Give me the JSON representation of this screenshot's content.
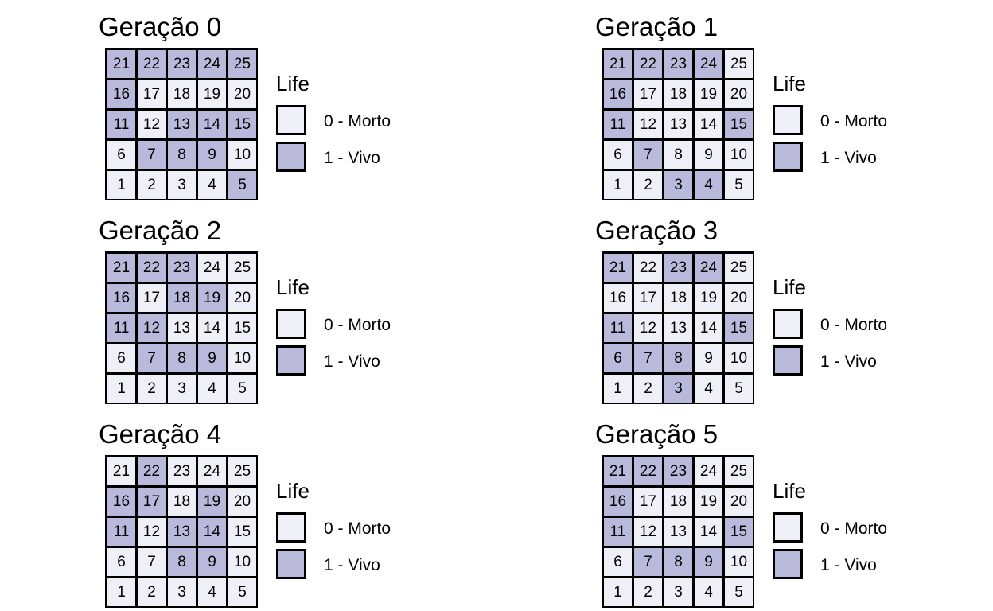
{
  "colors": {
    "dead": "#EFEFF8",
    "alive": "#B9B9DB",
    "border": "#000000"
  },
  "legend": {
    "title": "Life",
    "items": [
      {
        "label": "0 - Morto",
        "state": 0
      },
      {
        "label": "1 - Vivo",
        "state": 1
      }
    ]
  },
  "generations": [
    {
      "title": "Geração 0",
      "rows": [
        {
          "numbers": [
            "21",
            "22",
            "23",
            "24",
            "25"
          ],
          "states": [
            1,
            1,
            1,
            1,
            1
          ]
        },
        {
          "numbers": [
            "16",
            "17",
            "18",
            "19",
            "20"
          ],
          "states": [
            1,
            0,
            0,
            0,
            0
          ]
        },
        {
          "numbers": [
            "11",
            "12",
            "13",
            "14",
            "15"
          ],
          "states": [
            1,
            0,
            1,
            1,
            1
          ]
        },
        {
          "numbers": [
            "6",
            "7",
            "8",
            "9",
            "10"
          ],
          "states": [
            0,
            1,
            1,
            1,
            0
          ]
        },
        {
          "numbers": [
            "1",
            "2",
            "3",
            "4",
            "5"
          ],
          "states": [
            0,
            0,
            0,
            0,
            1
          ]
        }
      ]
    },
    {
      "title": "Geração 1",
      "rows": [
        {
          "numbers": [
            "21",
            "22",
            "23",
            "24",
            "25"
          ],
          "states": [
            1,
            1,
            1,
            1,
            0
          ]
        },
        {
          "numbers": [
            "16",
            "17",
            "18",
            "19",
            "20"
          ],
          "states": [
            1,
            0,
            0,
            0,
            0
          ]
        },
        {
          "numbers": [
            "11",
            "12",
            "13",
            "14",
            "15"
          ],
          "states": [
            1,
            0,
            0,
            0,
            1
          ]
        },
        {
          "numbers": [
            "6",
            "7",
            "8",
            "9",
            "10"
          ],
          "states": [
            0,
            1,
            0,
            0,
            0
          ]
        },
        {
          "numbers": [
            "1",
            "2",
            "3",
            "4",
            "5"
          ],
          "states": [
            0,
            0,
            1,
            1,
            0
          ]
        }
      ]
    },
    {
      "title": "Geração 2",
      "rows": [
        {
          "numbers": [
            "21",
            "22",
            "23",
            "24",
            "25"
          ],
          "states": [
            1,
            1,
            1,
            0,
            0
          ]
        },
        {
          "numbers": [
            "16",
            "17",
            "18",
            "19",
            "20"
          ],
          "states": [
            1,
            0,
            1,
            1,
            0
          ]
        },
        {
          "numbers": [
            "11",
            "12",
            "13",
            "14",
            "15"
          ],
          "states": [
            1,
            1,
            0,
            0,
            0
          ]
        },
        {
          "numbers": [
            "6",
            "7",
            "8",
            "9",
            "10"
          ],
          "states": [
            0,
            1,
            1,
            1,
            0
          ]
        },
        {
          "numbers": [
            "1",
            "2",
            "3",
            "4",
            "5"
          ],
          "states": [
            0,
            0,
            0,
            0,
            0
          ]
        }
      ]
    },
    {
      "title": "Geração 3",
      "rows": [
        {
          "numbers": [
            "21",
            "22",
            "23",
            "24",
            "25"
          ],
          "states": [
            1,
            0,
            1,
            1,
            0
          ]
        },
        {
          "numbers": [
            "16",
            "17",
            "18",
            "19",
            "20"
          ],
          "states": [
            0,
            0,
            0,
            0,
            0
          ]
        },
        {
          "numbers": [
            "11",
            "12",
            "13",
            "14",
            "15"
          ],
          "states": [
            1,
            0,
            0,
            0,
            1
          ]
        },
        {
          "numbers": [
            "6",
            "7",
            "8",
            "9",
            "10"
          ],
          "states": [
            1,
            1,
            1,
            0,
            0
          ]
        },
        {
          "numbers": [
            "1",
            "2",
            "3",
            "4",
            "5"
          ],
          "states": [
            0,
            0,
            1,
            0,
            0
          ]
        }
      ]
    },
    {
      "title": "Geração 4",
      "rows": [
        {
          "numbers": [
            "21",
            "22",
            "23",
            "24",
            "25"
          ],
          "states": [
            0,
            1,
            0,
            0,
            0
          ]
        },
        {
          "numbers": [
            "16",
            "17",
            "18",
            "19",
            "20"
          ],
          "states": [
            1,
            1,
            0,
            1,
            0
          ]
        },
        {
          "numbers": [
            "11",
            "12",
            "13",
            "14",
            "15"
          ],
          "states": [
            1,
            0,
            1,
            1,
            0
          ]
        },
        {
          "numbers": [
            "6",
            "7",
            "8",
            "9",
            "10"
          ],
          "states": [
            0,
            0,
            1,
            1,
            0
          ]
        },
        {
          "numbers": [
            "1",
            "2",
            "3",
            "4",
            "5"
          ],
          "states": [
            0,
            0,
            0,
            0,
            0
          ]
        }
      ]
    },
    {
      "title": "Geração 5",
      "rows": [
        {
          "numbers": [
            "21",
            "22",
            "23",
            "24",
            "25"
          ],
          "states": [
            1,
            1,
            1,
            0,
            0
          ]
        },
        {
          "numbers": [
            "16",
            "17",
            "18",
            "19",
            "20"
          ],
          "states": [
            1,
            0,
            0,
            0,
            0
          ]
        },
        {
          "numbers": [
            "11",
            "12",
            "13",
            "14",
            "15"
          ],
          "states": [
            1,
            0,
            0,
            0,
            1
          ]
        },
        {
          "numbers": [
            "6",
            "7",
            "8",
            "9",
            "10"
          ],
          "states": [
            0,
            1,
            1,
            1,
            0
          ]
        },
        {
          "numbers": [
            "1",
            "2",
            "3",
            "4",
            "5"
          ],
          "states": [
            0,
            0,
            0,
            0,
            0
          ]
        }
      ]
    }
  ]
}
